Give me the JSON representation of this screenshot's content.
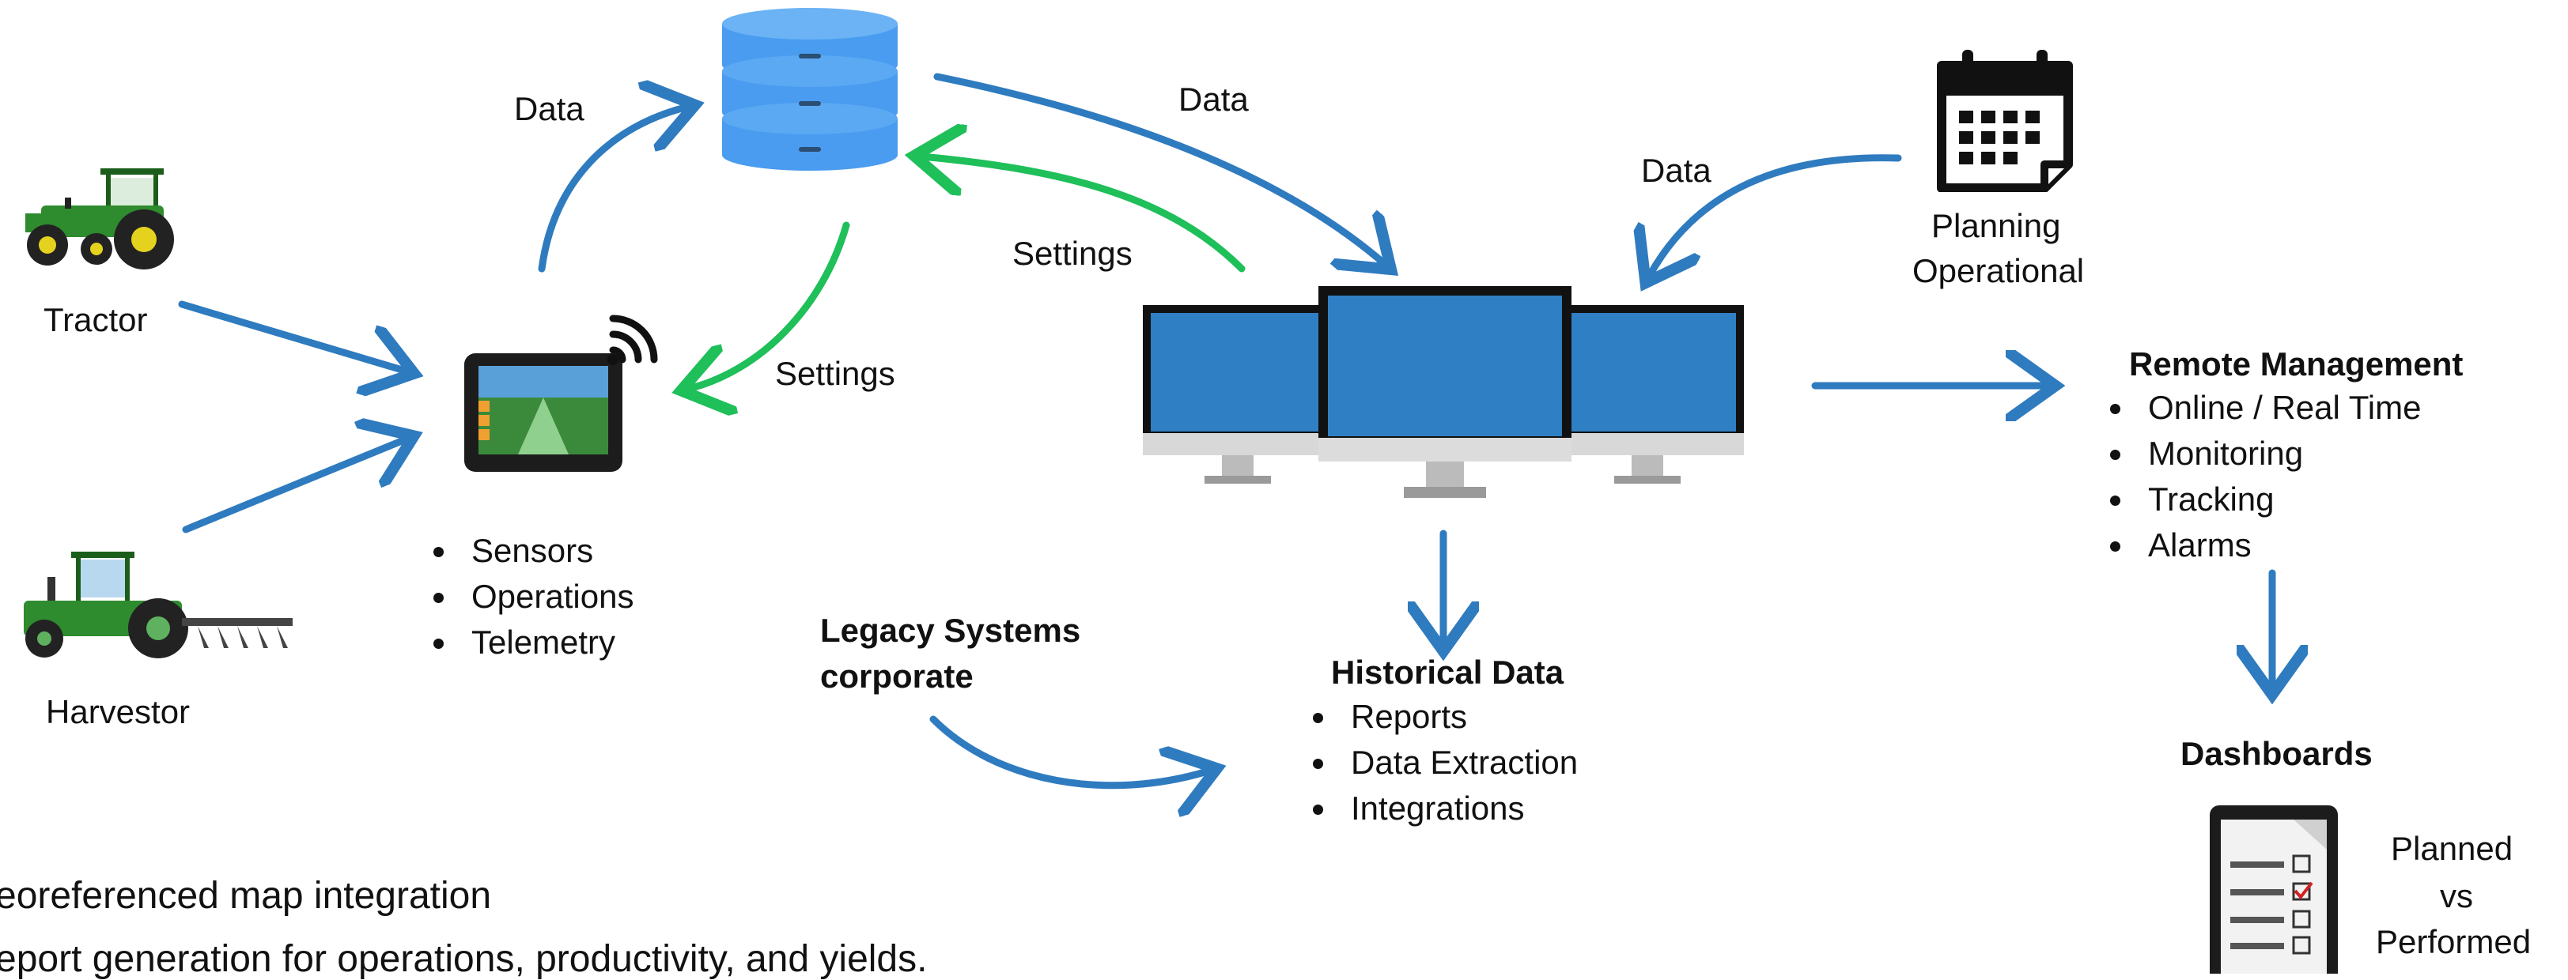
{
  "labels": {
    "tractor": "Tractor",
    "harvestor": "Harvestor",
    "data_left": "Data",
    "data_center": "Data",
    "data_right": "Data",
    "settings_top": "Settings",
    "settings_left": "Settings",
    "planning_line1": "Planning",
    "planning_line2": "Operational",
    "legacy_line1": "Legacy Systems",
    "legacy_line2": "corporate",
    "historical_title": "Historical Data",
    "remote_title": "Remote Management",
    "dashboards_title": "Dashboards",
    "planned_line1": "Planned",
    "planned_line2": "vs",
    "planned_line3": "Performed"
  },
  "device_list": [
    "Sensors",
    "Operations",
    "Telemetry"
  ],
  "historical_list": [
    "Reports",
    "Data Extraction",
    "Integrations"
  ],
  "remote_list": [
    "Online / Real Time",
    "Monitoring",
    "Tracking",
    "Alarms"
  ],
  "footer_list": [
    "eoreferenced map integration",
    "eport generation for operations, productivity, and yields."
  ],
  "colors": {
    "arrow_blue": "#2f7bbf",
    "arrow_green": "#1fbf5a",
    "db_blue": "#4a9cf0",
    "screen_blue": "#2f7fc4",
    "tractor_green": "#2e8b2e"
  },
  "icons": {
    "database": "database-icon",
    "tablet": "gps-display-icon",
    "monitors": "monitors-icon",
    "calendar": "calendar-icon",
    "dashboard": "dashboard-tablet-icon",
    "tractor": "tractor-icon",
    "harvestor": "harvestor-icon"
  }
}
